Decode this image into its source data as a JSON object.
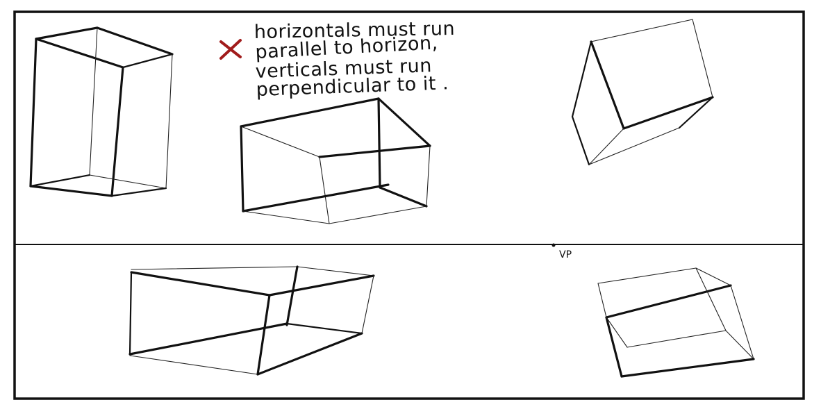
{
  "note": {
    "mark_icon": "red-x-icon",
    "mark_color": "#a11b1b",
    "lines": [
      "horizontals must run",
      "parallel to horizon,",
      "verticals must run",
      "perpendicular to it ."
    ]
  },
  "horizon": {
    "vp_label": "VP"
  }
}
